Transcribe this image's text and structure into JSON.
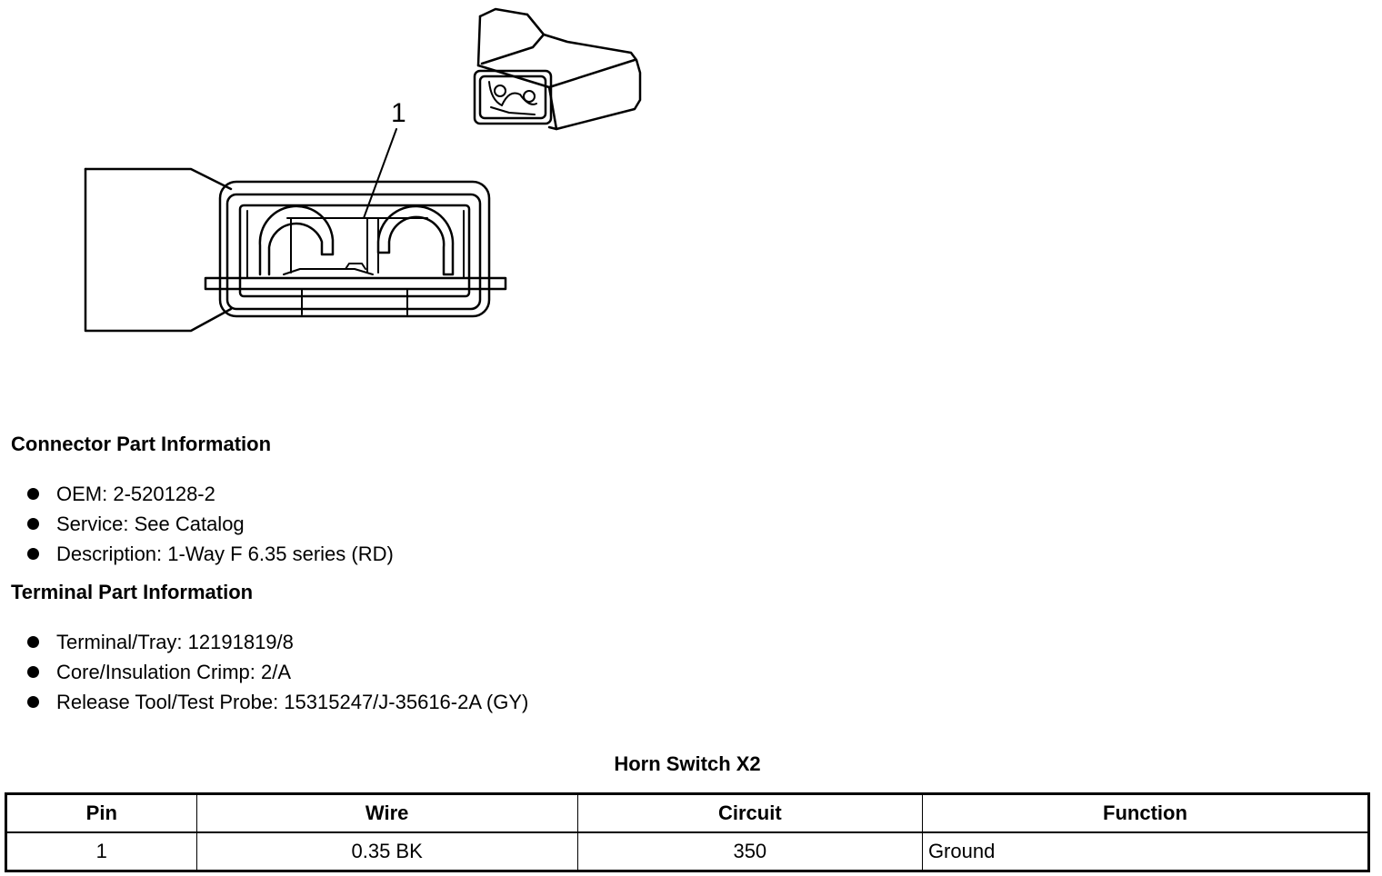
{
  "diagram": {
    "callout_label": "1"
  },
  "connector": {
    "heading": "Connector Part Information",
    "items": [
      "OEM: 2-520128-2",
      "Service: See Catalog",
      "Description: 1-Way F 6.35 series (RD)"
    ]
  },
  "terminal": {
    "heading": "Terminal Part Information",
    "items": [
      "Terminal/Tray: 12191819/8",
      "Core/Insulation Crimp: 2/A",
      "Release Tool/Test Probe: 15315247/J-35616-2A (GY)"
    ]
  },
  "table": {
    "title": "Horn Switch X2",
    "headers": [
      "Pin",
      "Wire",
      "Circuit",
      "Function"
    ],
    "rows": [
      [
        "1",
        "0.35 BK",
        "350",
        "Ground"
      ]
    ]
  }
}
